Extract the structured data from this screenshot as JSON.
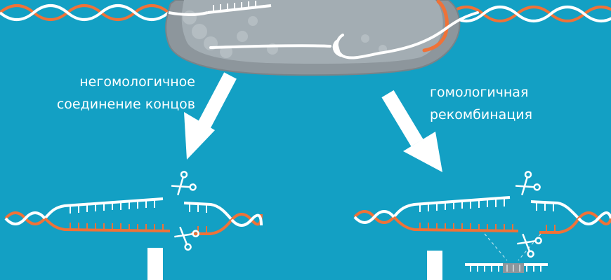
{
  "labels": {
    "nhej": [
      "негомологичное",
      "соединение концов"
    ],
    "hr": [
      "гомологичная",
      "рекомбинация"
    ]
  },
  "colors": {
    "background": "#13a0c4",
    "strand_white": "#ffffff",
    "strand_orange": "#ef7238",
    "cas_protein": "#8d969c"
  },
  "icons": [
    "cas9-protein-icon",
    "dna-helix-icon",
    "scissors-icon",
    "arrow-icon",
    "repair-template-icon"
  ]
}
